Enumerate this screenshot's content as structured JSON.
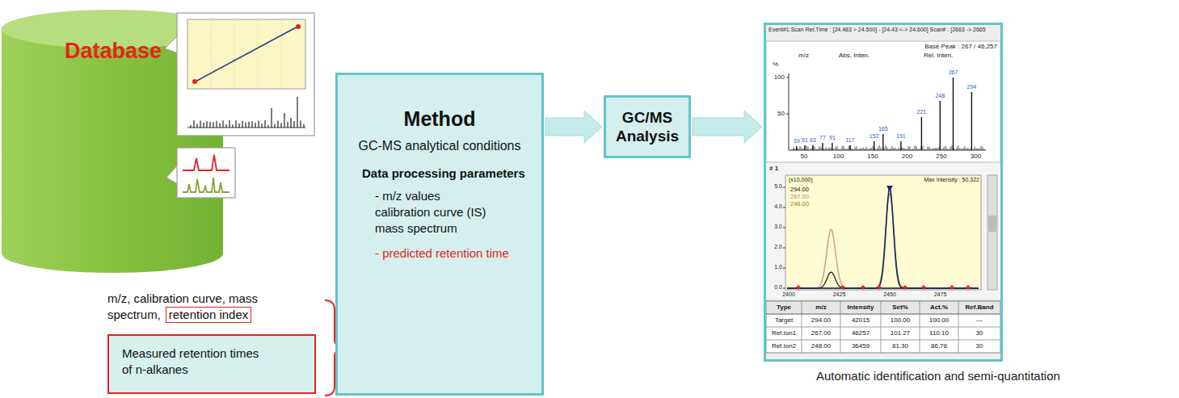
{
  "diagram": {
    "nodes": [
      {
        "text": [
          "Database"
        ]
      },
      {
        "text": [
          "retention index"
        ]
      },
      {
        "text": [
          "Measured retention times of n-alkanes"
        ]
      },
      {
        "text": [
          "Method",
          "GC-MS analytical conditions",
          "Data processing parameters",
          "- m/z values calibration curve (IS) mass spectrum",
          "- predicted retention time"
        ]
      },
      {
        "text": [
          "GC/MS Analysis"
        ]
      },
      {
        "text": [
          "Automatic identification and semi-quantitation"
        ]
      }
    ],
    "edges": [
      {
        "from": 3,
        "to": 4,
        "arrow": "to"
      },
      {
        "from": 4,
        "to": 5,
        "arrow": "to"
      }
    ],
    "labels": [
      "m/z, calibration curve, mass spectrum,",
      "Event#1:Scan Ret.Time : [24.483 > 24.500] - [24.43 <-> 24.600] Scan# : [2663 -> 2665",
      "Base Peak : 267 / 46,257",
      "m/z",
      "Abs. Inten.",
      "Rel. Inten.",
      "%",
      "100",
      "50",
      "39",
      "51",
      "63",
      "77",
      "91",
      "117",
      "152",
      "165",
      "191",
      "221",
      "248",
      "267",
      "294",
      "50",
      "100",
      "150",
      "200",
      "250",
      "300",
      "# 1",
      "(x10,000)",
      "Max Intensity : 50,322",
      "294.00",
      "267.00",
      "248.00",
      "5.0",
      "4.0",
      "3.0",
      "2.0",
      "1.0",
      "0.0",
      "2400",
      "2425",
      "2450",
      "2475",
      "Type",
      "m/z",
      "Intensity",
      "Set%",
      "Act.%",
      "Ref.Band",
      "Target",
      "294.00",
      "42015",
      "100.00",
      "100.00",
      "---",
      "Ref.Ion1",
      "267.00",
      "46257",
      "101.27",
      "110.10",
      "30",
      "Ref.Ion2",
      "248.00",
      "36459",
      "81.30",
      "86.78",
      "30"
    ]
  }
}
